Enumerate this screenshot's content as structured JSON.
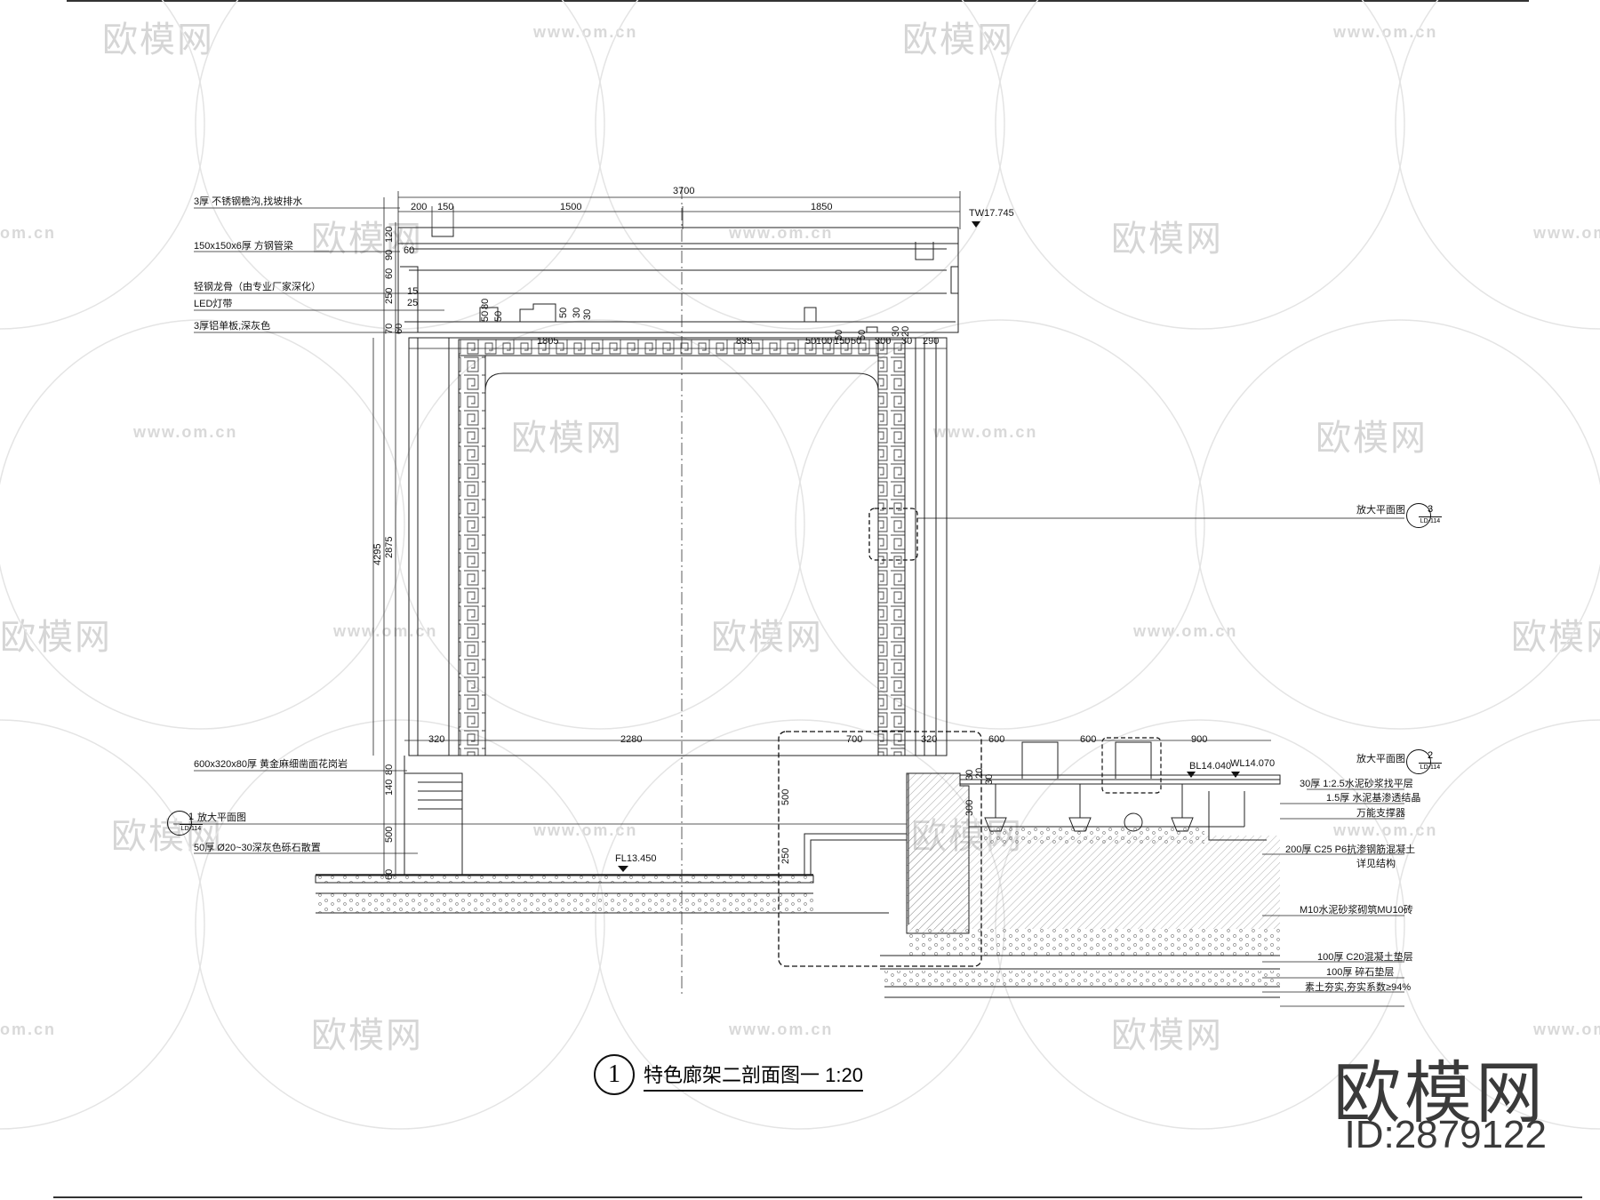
{
  "watermark": {
    "logo_text": "欧模网",
    "url_text": "www.om.cn",
    "om_cn_text": "om.cn"
  },
  "brand": {
    "name": "欧模网",
    "id": "ID:2879122"
  },
  "title": {
    "number": "1",
    "text": "特色廊架二剖面图一  1:20"
  },
  "left_annotations": [
    "3厚 不锈钢檐沟,找坡排水",
    "150x150x6厚 方钢管梁",
    "轻钢龙骨（由专业厂家深化）",
    "LED灯带",
    "3厚铝单板,深灰色",
    "600x320x80厚 黄金麻细凿面花岗岩",
    "放大平面图",
    "50厚 Ø20~30深灰色砾石散置"
  ],
  "right_annotations": [
    "放大平面图",
    "放大平面图",
    "30厚 1:2.5水泥砂浆找平层",
    "1.5厚 水泥基渗透结晶",
    "万能支撑器",
    "200厚 C25 P6抗渗钢筋混凝土",
    "详见结构",
    "M10水泥砂浆砌筑MU10砖",
    "100厚 C20混凝土垫层",
    "100厚 碎石垫层",
    "素土夯实,夯实系数≥94%"
  ],
  "callouts": [
    {
      "num": "3",
      "sheet": "LD-114"
    },
    {
      "num": "2",
      "sheet": "LD-114"
    },
    {
      "num": "1",
      "sheet": "LD-114"
    }
  ],
  "levels": [
    "TW17.745",
    "BL14.040",
    "WL14.070",
    "FL13.450"
  ],
  "dims_top": [
    "3700",
    "200",
    "150",
    "1500",
    "1850"
  ],
  "dims_mid": [
    "1805",
    "835",
    "50",
    "100",
    "150",
    "50",
    "300",
    "30",
    "290"
  ],
  "dims_bottom": [
    "320",
    "2280",
    "700",
    "320",
    "600",
    "600",
    "900"
  ],
  "dims_vertical_left": [
    "4295",
    "2875",
    "120",
    "90",
    "60",
    "60",
    "250",
    "15",
    "25",
    "70",
    "60",
    "80",
    "140",
    "500",
    "60"
  ],
  "dims_small": [
    "50",
    "80",
    "50",
    "50",
    "30",
    "30",
    "50",
    "50",
    "30",
    "20",
    "500",
    "250",
    "300",
    "30",
    "20",
    "30"
  ]
}
